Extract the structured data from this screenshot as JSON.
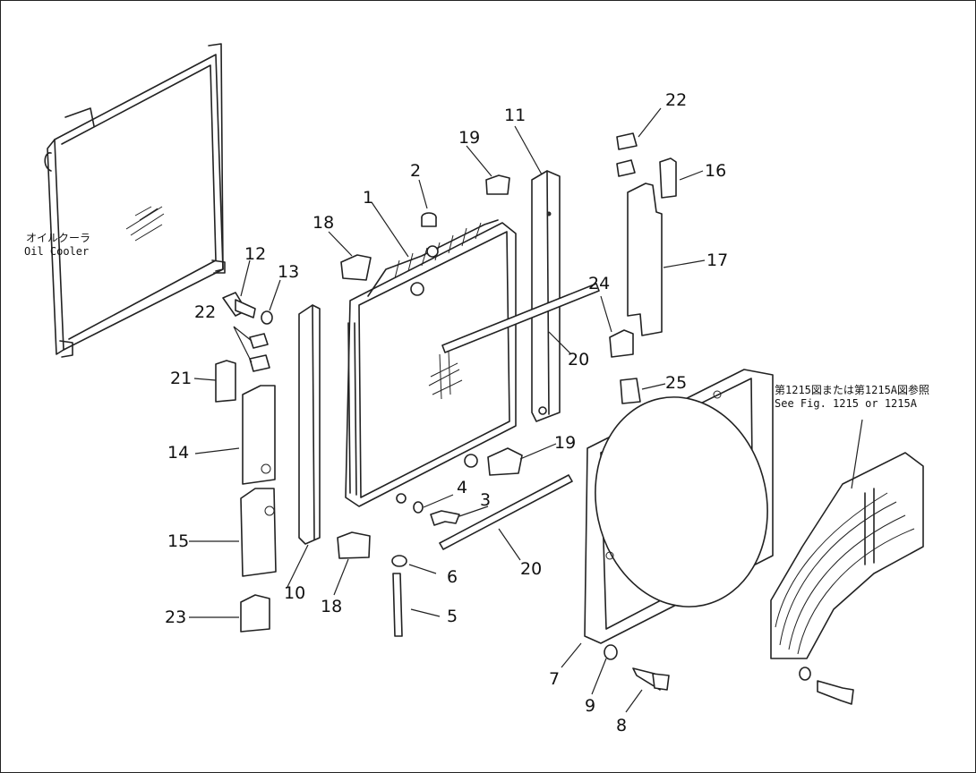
{
  "labels": {
    "p1": "1",
    "p2": "2",
    "p3": "3",
    "p4": "4",
    "p5": "5",
    "p6": "6",
    "p7": "7",
    "p8": "8",
    "p9": "9",
    "p10": "10",
    "p11": "11",
    "p12": "12",
    "p13": "13",
    "p14": "14",
    "p15": "15",
    "p16": "16",
    "p17": "17",
    "p18a": "18",
    "p18b": "18",
    "p19a": "19",
    "p19b": "19",
    "p20a": "20",
    "p20b": "20",
    "p21": "21",
    "p22a": "22",
    "p22b": "22",
    "p23": "23",
    "p24": "24",
    "p25": "25"
  },
  "oil_cooler": {
    "jp": "オイルクーラ",
    "en": "Oil Cooler"
  },
  "see_note": {
    "jp": "第1215図または第1215A図参照",
    "en": "See Fig. 1215 or 1215A"
  }
}
